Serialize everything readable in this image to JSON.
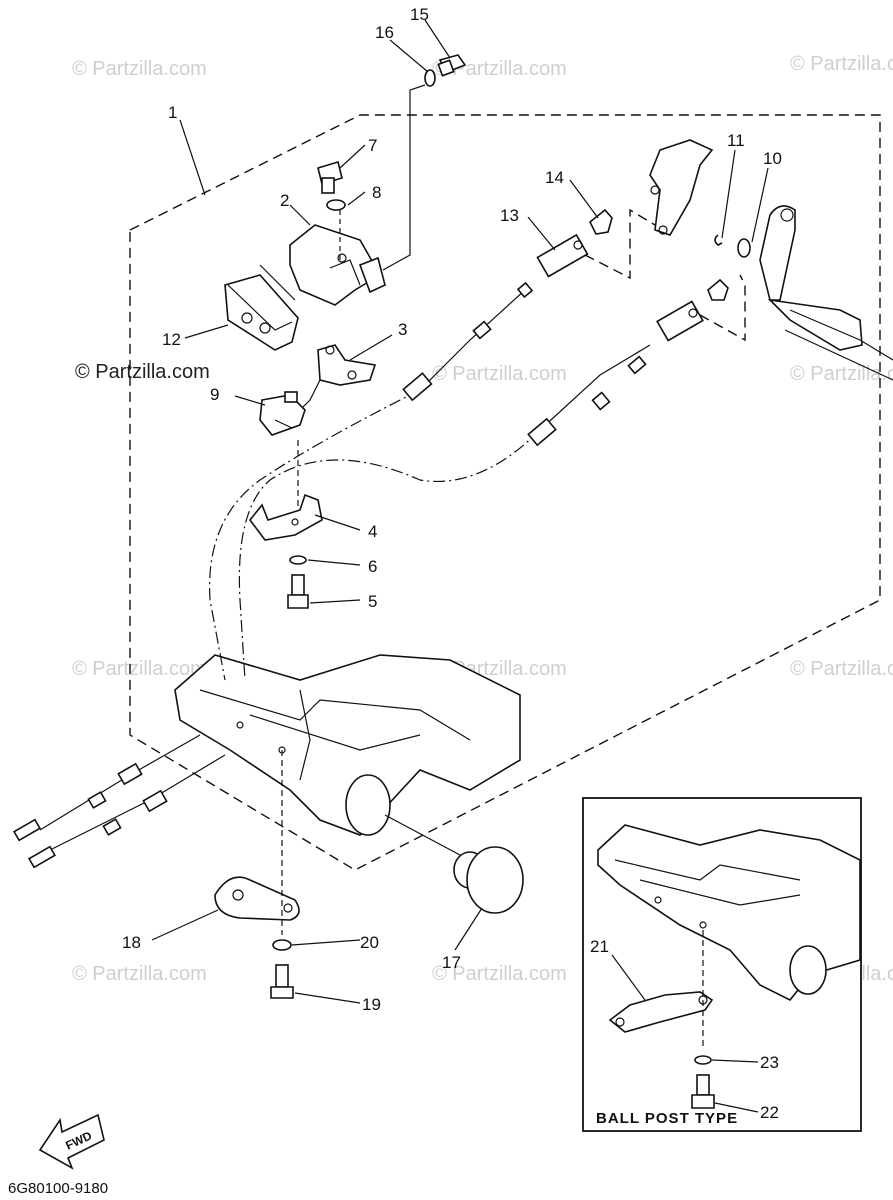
{
  "watermarks": {
    "light": "© Partzilla.com",
    "dark": "© Partzilla.com"
  },
  "callouts": [
    "1",
    "2",
    "3",
    "4",
    "5",
    "6",
    "7",
    "8",
    "9",
    "10",
    "11",
    "12",
    "13",
    "14",
    "15",
    "16",
    "17",
    "18",
    "19",
    "20",
    "21",
    "22",
    "23"
  ],
  "inset": {
    "caption": "BALL POST TYPE"
  },
  "fwd_label": "FWD",
  "diagram_code": "6G80100-9180"
}
